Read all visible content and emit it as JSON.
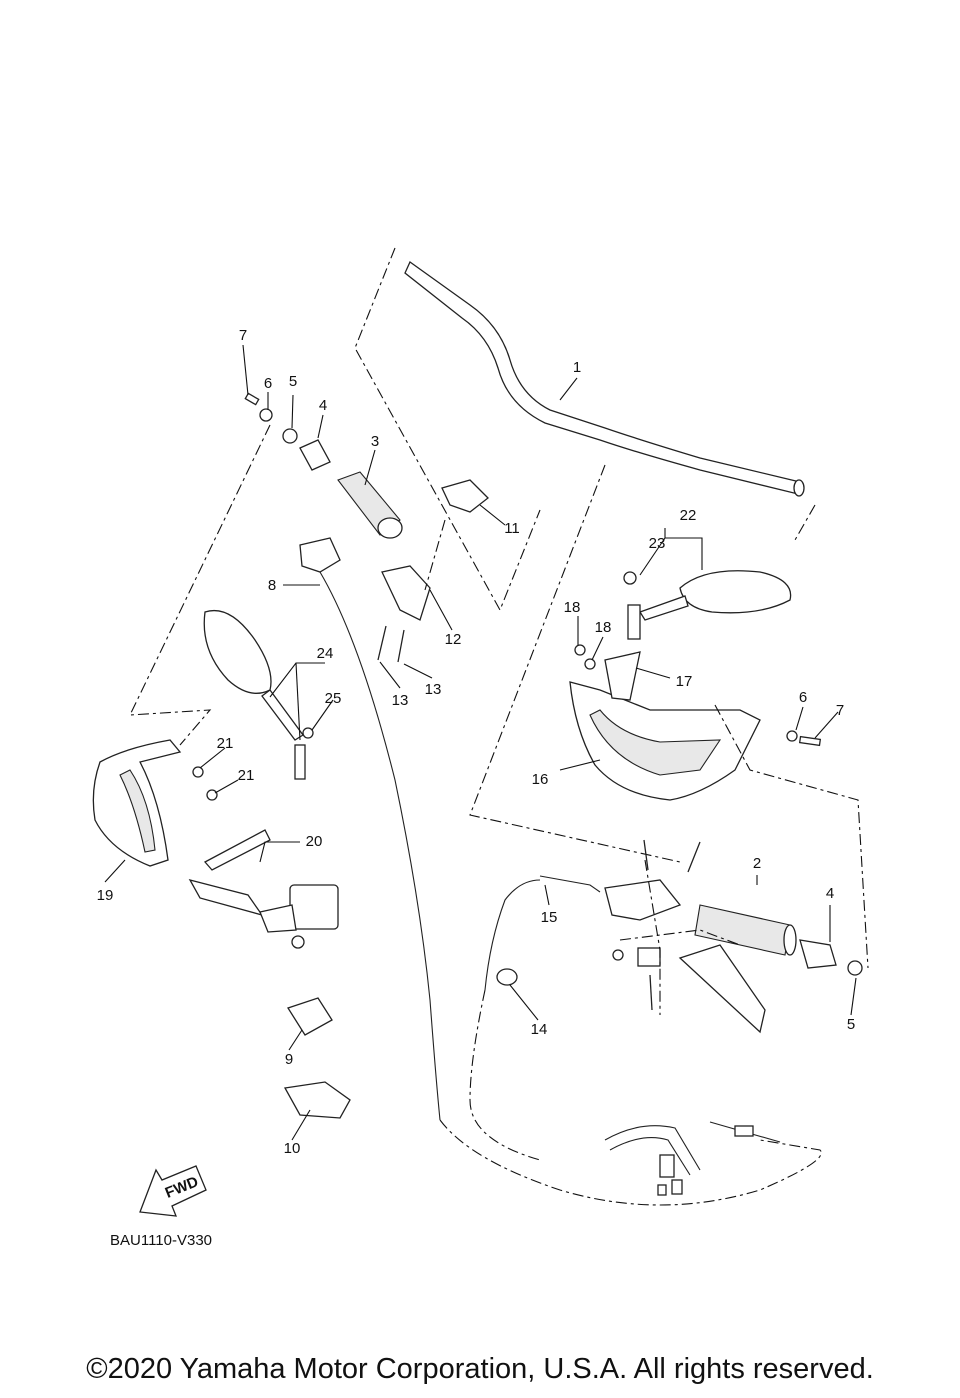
{
  "diagram": {
    "callouts": [
      "1",
      "2",
      "3",
      "4",
      "5",
      "6",
      "7",
      "8",
      "9",
      "10",
      "11",
      "12",
      "13",
      "14",
      "15",
      "16",
      "17",
      "18",
      "19",
      "20",
      "21",
      "22",
      "23",
      "24",
      "25",
      "4",
      "5",
      "6",
      "7",
      "13",
      "18",
      "21"
    ],
    "fwd_badge": "FWD",
    "drawing_code": "BAU1110-V330"
  },
  "footer": {
    "copyright": "©2020 Yamaha Motor Corporation, U.S.A. All rights reserved."
  }
}
